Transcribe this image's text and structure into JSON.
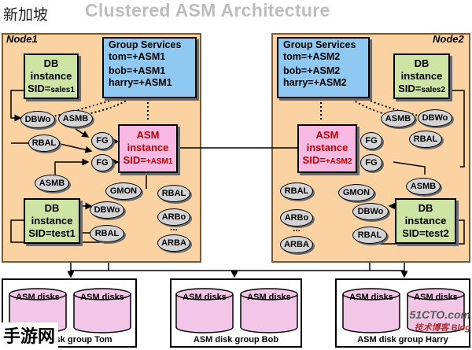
{
  "top_chinese": "新加坡",
  "title": "Clustered ASM Architecture",
  "node1": {
    "label": "Node1",
    "db_sales": {
      "line1": "DB",
      "line2": "instance",
      "sid_prefix": "SID=",
      "sid_value": "sales1"
    },
    "group_services": {
      "title": "Group Services",
      "line1": "tom=+ASM1",
      "line2": "bob=+ASM1",
      "line3": "harry=+ASM1"
    },
    "asm_instance": {
      "line1": "ASM",
      "line2": "instance",
      "sid_prefix": "SID=",
      "sid_value": "+ASM1"
    },
    "db_test": {
      "line1": "DB",
      "line2": "instance",
      "sid_prefix": "SID=",
      "sid_value": "test1"
    },
    "ovals": {
      "dbwo": "DBWo",
      "asmb_top": "ASMB",
      "rbal_top": "RBAL",
      "fg1": "FG",
      "fg2": "FG",
      "asmb_left": "ASMB",
      "gmon": "GMON",
      "rbal_asm": "RBAL",
      "dbwo_bottom": "DBWo",
      "arbo": "ARBo",
      "dots": "...",
      "arba": "ARBA",
      "rbal_bottom": "RBAL"
    }
  },
  "node2": {
    "label": "Node2",
    "db_sales": {
      "line1": "DB",
      "line2": "instance",
      "sid_prefix": "SID=",
      "sid_value": "sales2"
    },
    "group_services": {
      "title": "Group Services",
      "line1": "tom=+ASM2",
      "line2": "bob=+ASM2",
      "line3": "harry=+ASM2"
    },
    "asm_instance": {
      "line1": "ASM",
      "line2": "instance",
      "sid_prefix": "SID=",
      "sid_value": "+ASM2"
    },
    "db_test": {
      "line1": "DB",
      "line2": "instance",
      "sid_prefix": "SID=",
      "sid_value": "test2"
    },
    "ovals": {
      "asmb_top": "ASMB",
      "dbwo": "DBWo",
      "fg1": "FG",
      "rbal_top": "RBAL",
      "fg2": "FG",
      "asmb_right": "ASMB",
      "rbal_asm": "RBAL",
      "gmon": "GMON",
      "arbo": "ARBo",
      "dots": "...",
      "arba": "ARBA",
      "dbwo_bottom": "DBWo",
      "rbal_bottom": "RBAL"
    }
  },
  "disk_groups": [
    {
      "disk1": "ASM disks",
      "disk2": "ASM disks",
      "label": "ASM disk group Tom"
    },
    {
      "disk1": "ASM disks",
      "disk2": "ASM disks",
      "label": "ASM disk group Bob"
    },
    {
      "disk1": "ASM disks",
      "disk2": "ASM disks",
      "label": "ASM disk group Harry"
    }
  ],
  "bottom_chinese": "手游网",
  "watermark": {
    "site": "51CTO.com",
    "sub": "技术博客 Blog"
  },
  "colors": {
    "node_bg": "#fbd3a2",
    "db_green": "#cde4a4",
    "group_blue": "#8fc8f0",
    "asm_pink": "#f7b8e2",
    "asm_text": "#c00000",
    "oval_grey": "#d4d4d4",
    "title_grey": "#bdbdbd"
  }
}
